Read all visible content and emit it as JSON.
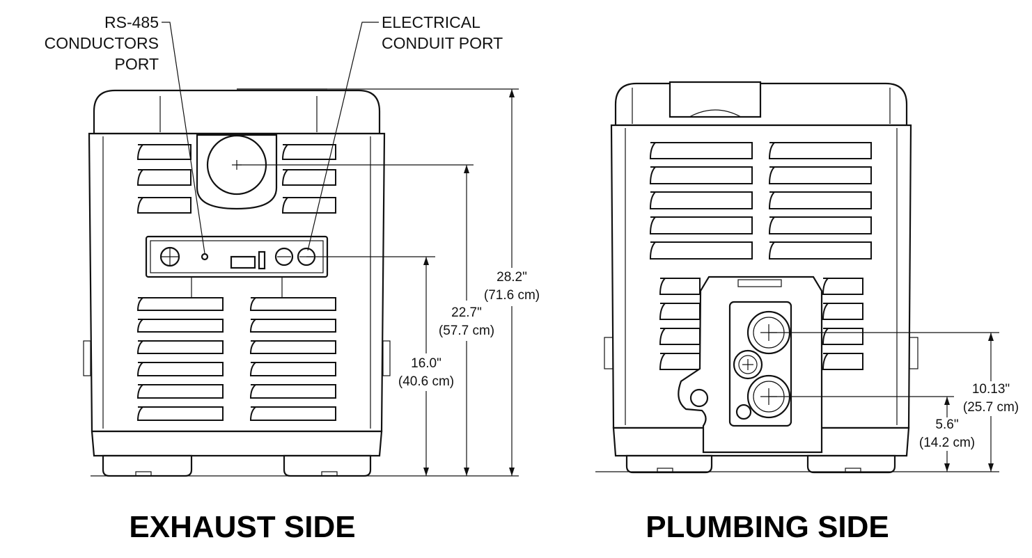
{
  "callouts": {
    "rs485": [
      "RS-485",
      "CONDUCTORS",
      "PORT"
    ],
    "electrical": [
      "ELECTRICAL",
      "CONDUIT PORT"
    ]
  },
  "dimensions": {
    "exhaust": {
      "overall_in": "28.2\"",
      "overall_cm": "(71.6 cm)",
      "exhaust_in": "22.7\"",
      "exhaust_cm": "(57.7 cm)",
      "panel_in": "16.0\"",
      "panel_cm": "(40.6 cm)"
    },
    "plumbing": {
      "upper_in": "10.13\"",
      "upper_cm": "(25.7 cm)",
      "lower_in": "5.6\"",
      "lower_cm": "(14.2 cm)"
    }
  },
  "captions": {
    "exhaust_side": "EXHAUST SIDE",
    "plumbing_side": "PLUMBING SIDE"
  },
  "colors": {
    "line": "#111111",
    "background": "#ffffff"
  }
}
